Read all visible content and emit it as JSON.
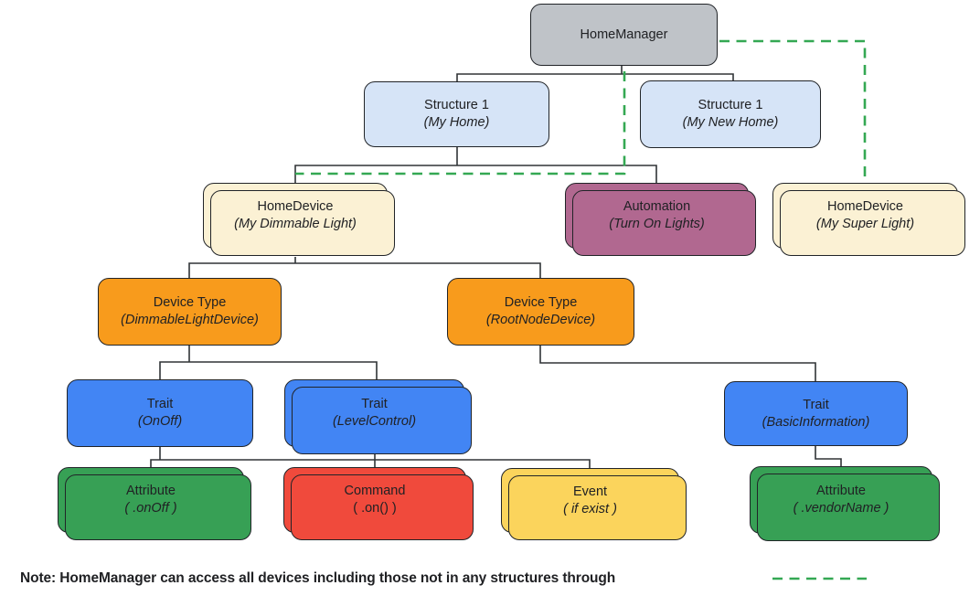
{
  "diagram_title": "HomeManager device/structure tree",
  "nodes": {
    "home_manager": {
      "title": "HomeManager",
      "subtitle": ""
    },
    "structure_my_home": {
      "title": "Structure 1",
      "subtitle": "(My Home)"
    },
    "structure_my_new_home": {
      "title": "Structure 1",
      "subtitle": "(My New Home)"
    },
    "home_device_dimmable": {
      "title": "HomeDevice",
      "subtitle": "(My Dimmable Light)"
    },
    "automation": {
      "title": "Automation",
      "subtitle": "(Turn On Lights)"
    },
    "home_device_super": {
      "title": "HomeDevice",
      "subtitle": "(My Super Light)"
    },
    "device_type_dimmable": {
      "title": "Device Type",
      "subtitle": "(DimmableLightDevice)"
    },
    "device_type_rootnode": {
      "title": "Device Type",
      "subtitle": "(RootNodeDevice)"
    },
    "trait_onoff": {
      "title": "Trait",
      "subtitle": "(OnOff)"
    },
    "trait_levelcontrol": {
      "title": "Trait",
      "subtitle": "(LevelControl)"
    },
    "trait_basicinformation": {
      "title": "Trait",
      "subtitle": "(BasicInformation)"
    },
    "attribute_onoff": {
      "title": "Attribute",
      "subtitle": "( .onOff )"
    },
    "command_on": {
      "title": "Command",
      "subtitle": "( .on() )"
    },
    "event_ifexist": {
      "title": "Event",
      "subtitle": "( if exist )"
    },
    "attribute_vendorname": {
      "title": "Attribute",
      "subtitle": "( .vendorName )"
    }
  },
  "note": "Note: HomeManager can access all devices including those not in any structures through",
  "palette": {
    "gray": "#bfc3c8",
    "lightblue": "#d6e4f7",
    "cream": "#fbf1d4",
    "purple": "#b16890",
    "orange": "#f89b1c",
    "blue": "#4285f4",
    "green": "#37a055",
    "red": "#f04a3c",
    "yellow": "#fbd45c",
    "dash_green": "#34a853",
    "line": "#303437",
    "text": "#202124"
  }
}
